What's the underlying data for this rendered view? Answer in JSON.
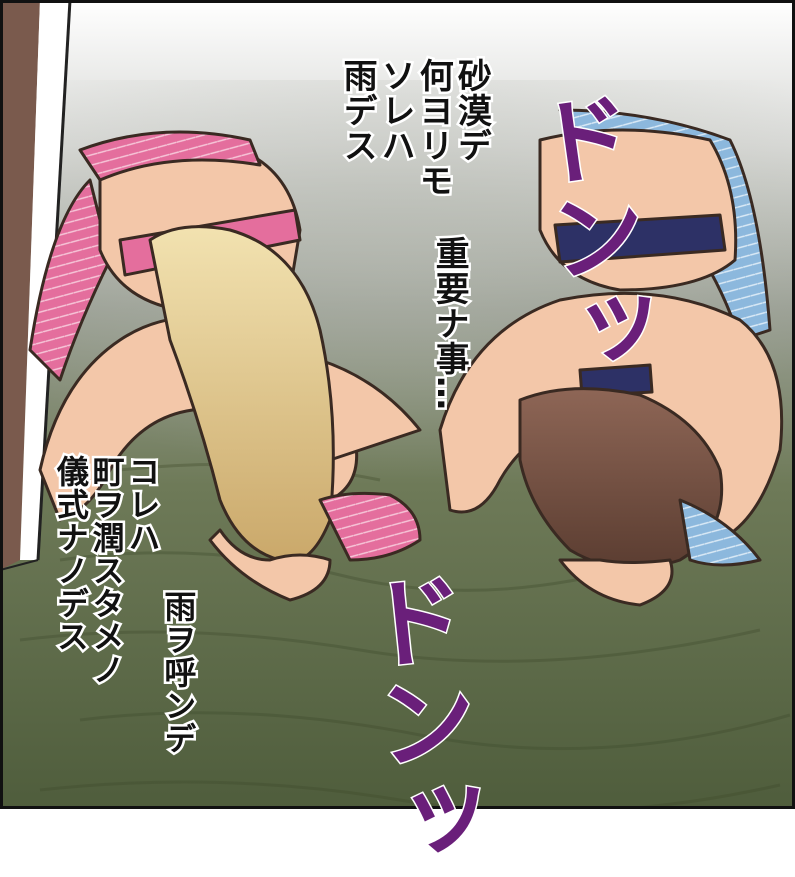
{
  "speech": {
    "bubble_right": {
      "col1": "砂漠デ",
      "col2": "何ヨリモ",
      "col3": "ソレハ",
      "col4": "雨デス"
    },
    "bubble_middle": {
      "col1": "重要ナ事…"
    },
    "bubble_left": {
      "col1": "雨ヲ呼ンデ",
      "col2": "コレハ",
      "col3": "町ヲ潤スタメノ",
      "col4": "儀式ナノデス"
    }
  },
  "sfx": {
    "top": "ドンッ",
    "bottom": "ドンッ"
  },
  "colors": {
    "sfx_purple": "#6a1f7a",
    "ground_green": "#5d6a46",
    "mist_gray": "#a9ada6",
    "skin": "#f3c7a9",
    "pink_fabric": "#e46e9d",
    "blue_fabric": "#8cb8dd",
    "navy_band": "#2d3166",
    "blonde_hair": "#e9d49a",
    "brown_hair": "#7a5343",
    "door_frame": "#7a5a4d"
  }
}
